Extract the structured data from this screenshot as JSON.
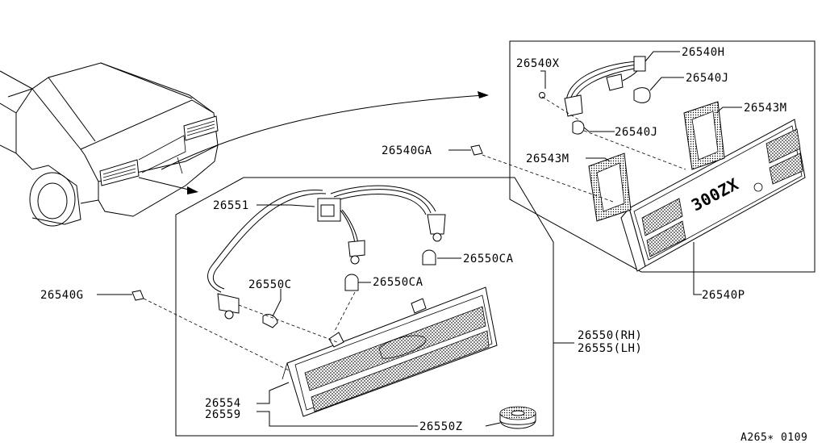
{
  "diagram": {
    "callouts": {
      "p26540X": "26540X",
      "p26540H": "26540H",
      "p26540J_a": "26540J",
      "p26543M_a": "26543M",
      "p26540J_b": "26540J",
      "p26540GA": "26540GA",
      "p26543M_b": "26543M",
      "p26540P": "26540P",
      "p26551": "26551",
      "p26550CA_a": "26550CA",
      "p26550C": "26550C",
      "p26550CA_b": "26550CA",
      "p26540G": "26540G",
      "p26550RH": "26550(RH)",
      "p26555LH": "26555(LH)",
      "p26554": "26554",
      "p26559": "26559",
      "p26550Z": "26550Z"
    },
    "emblem_text": "300ZX",
    "figure_id": "A265∗ 0109"
  }
}
